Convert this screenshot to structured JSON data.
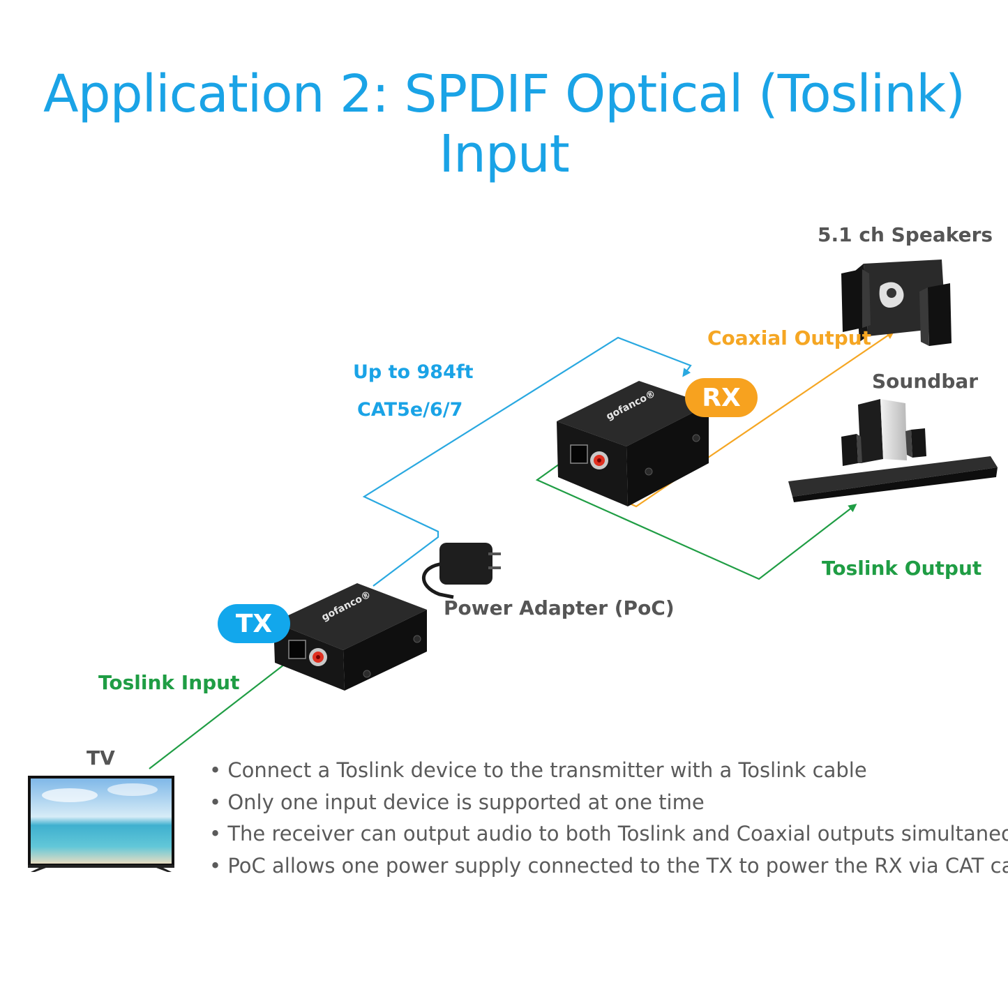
{
  "title": "Application 2: SPDIF Optical (Toslink) Input",
  "labels": {
    "speakers": "5.1 ch Speakers",
    "coaxial_output": "Coaxial Output",
    "soundbar": "Soundbar",
    "distance": "Up to 984ft",
    "cable": "CAT5e/6/7",
    "rx": "RX",
    "tx": "TX",
    "power_adapter": "Power Adapter (PoC)",
    "toslink_output": "Toslink Output",
    "toslink_input": "Toslink Input",
    "tv": "TV"
  },
  "bullets": [
    "• Connect a Toslink device to the transmitter with a Toslink cable",
    "• Only one input device is supported at one time",
    "• The receiver can output audio to both Toslink and Coaxial outputs simultaneously",
    "• PoC allows one power supply connected to the TX to power the RX via CAT cable"
  ],
  "colors": {
    "title_blue": "#1aa3e6",
    "cat_line": "#29a8e0",
    "coax_line": "#f5a623",
    "toslink_line": "#1f9d44",
    "device": "#1b1b1b"
  }
}
